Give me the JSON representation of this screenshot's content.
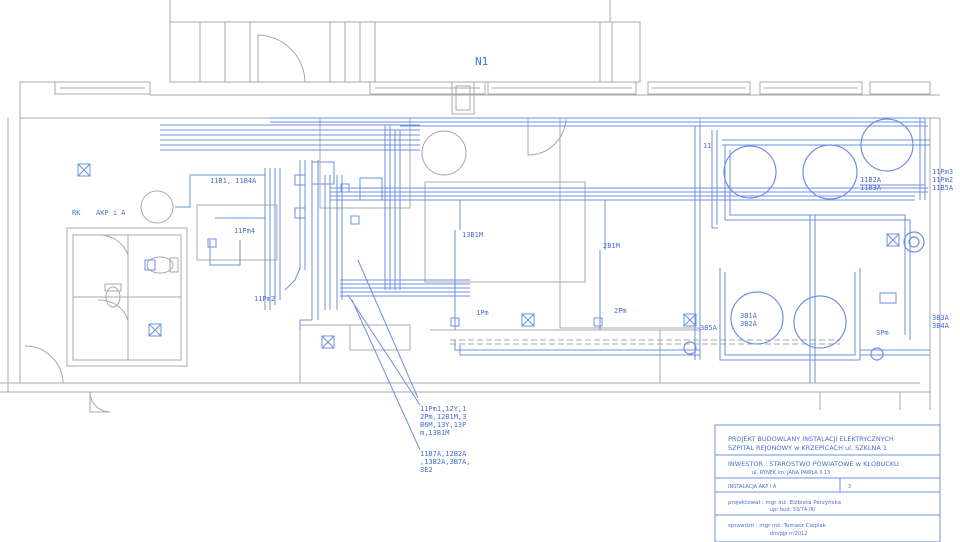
{
  "drawing": {
    "colors": {
      "arch": "#a8a8a8",
      "pipe": "#6d8fe0",
      "pipe_dark": "#3856c4",
      "text": "#4a6fd0",
      "background": "#ffffff"
    },
    "labels": {
      "n1": "N1",
      "l_11b1": "11B1, 11B4A",
      "l_rk": "RK",
      "l_akp": "AKP i A",
      "l_11pm4": "11Pm4",
      "l_11pm2": "11Pm2",
      "l_13b1m": "13B1M",
      "l_2b1m": "2B1M",
      "l_1pm": "1Pm",
      "l_2pm": "2Pm",
      "l_3b5a": "3B5A",
      "l_3b1a": "3B1A",
      "l_3b2a": "3B2A",
      "l_11b2a": "11B2A",
      "l_11b3a": "11B3A",
      "l_11pm3": "11Pm3",
      "l_11pm2r": "11Pm2",
      "l_11b5a": "11B5A",
      "l_3b3a": "3B3A",
      "l_3b4a": "3B4A",
      "l_3pm": "3Pm",
      "l_11": "11",
      "group1": [
        "11Pm1,12Y,1",
        "2Pm,12B1M,3",
        "B6M,13Y,13P",
        "m,13B1M"
      ],
      "group2": [
        "11B7A,12B2A",
        ",13B2A,3B7A,",
        "3E2"
      ]
    }
  },
  "title_block": {
    "title_lines": [
      "PROJEKT BUDOWLANY INSTALACJI ELEKTRYCZNYCH",
      "SZPITAL REJONOWY w KRZEPICACH ul. SZKLNA 1"
    ],
    "investor_lines": [
      "INWESTOR : STAROSTWO POWIATOWE w KŁOBUCKU",
      "ul. RYNEK im. JANA PAWŁA II 13"
    ],
    "drawing_name": "INSTALACJA AKP i A",
    "sheet_number": "3",
    "designer_lines": [
      "projektował : mgr inż. Elżbieta Perzyńska",
      "upr bud. 33/74 /R/"
    ],
    "checker_lines": [
      "sprawdził : mgr inż. Tomasz Cieplak",
      "dm/pjp rr/2012"
    ]
  }
}
